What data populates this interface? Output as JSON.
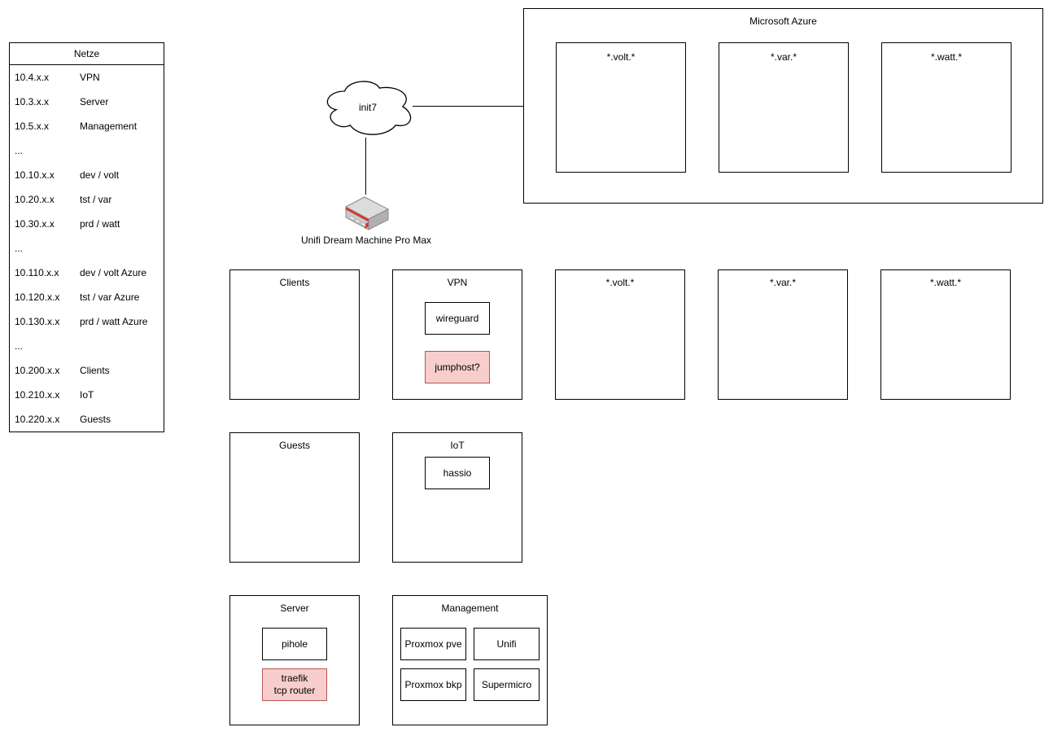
{
  "netze": {
    "title": "Netze",
    "rows": [
      {
        "ip": "10.4.x.x",
        "name": "VPN"
      },
      {
        "ip": "10.3.x.x",
        "name": "Server"
      },
      {
        "ip": "10.5.x.x",
        "name": "Management"
      },
      {
        "ip": "...",
        "name": ""
      },
      {
        "ip": "10.10.x.x",
        "name": "dev / volt"
      },
      {
        "ip": "10.20.x.x",
        "name": "tst / var"
      },
      {
        "ip": "10.30.x.x",
        "name": "prd / watt"
      },
      {
        "ip": "...",
        "name": ""
      },
      {
        "ip": "10.110.x.x",
        "name": "dev / volt Azure"
      },
      {
        "ip": "10.120.x.x",
        "name": "tst / var Azure"
      },
      {
        "ip": "10.130.x.x",
        "name": "prd / watt Azure"
      },
      {
        "ip": "...",
        "name": ""
      },
      {
        "ip": "10.200.x.x",
        "name": "Clients"
      },
      {
        "ip": "10.210.x.x",
        "name": "IoT"
      },
      {
        "ip": "10.220.x.x",
        "name": "Guests"
      }
    ]
  },
  "wan": {
    "cloud_label": "init7",
    "router_label": "Unifi Dream Machine Pro Max"
  },
  "azure": {
    "title": "Microsoft Azure",
    "envs": [
      "*.volt.*",
      "*.var.*",
      "*.watt.*"
    ]
  },
  "lan": {
    "clients_title": "Clients",
    "vpn_title": "VPN",
    "vpn_nodes": {
      "wireguard": "wireguard",
      "jumphost": "jumphost?"
    },
    "env_boxes": [
      "*.volt.*",
      "*.var.*",
      "*.watt.*"
    ],
    "guests_title": "Guests",
    "iot_title": "IoT",
    "iot_nodes": {
      "hassio": "hassio"
    },
    "server_title": "Server",
    "server_nodes": {
      "pihole": "pihole",
      "traefik": "traefik\ntcp router"
    },
    "management_title": "Management",
    "management_nodes": {
      "proxmox_pve": "Proxmox pve",
      "unifi": "Unifi",
      "proxmox_bkp": "Proxmox bkp",
      "supermicro": "Supermicro"
    }
  },
  "colors": {
    "box_stroke": "#000000",
    "highlight_fill": "#f8cecc",
    "highlight_stroke": "#b85450",
    "router_stripe_red": "#d9342b",
    "router_body_gray": "#c9c9c9"
  }
}
